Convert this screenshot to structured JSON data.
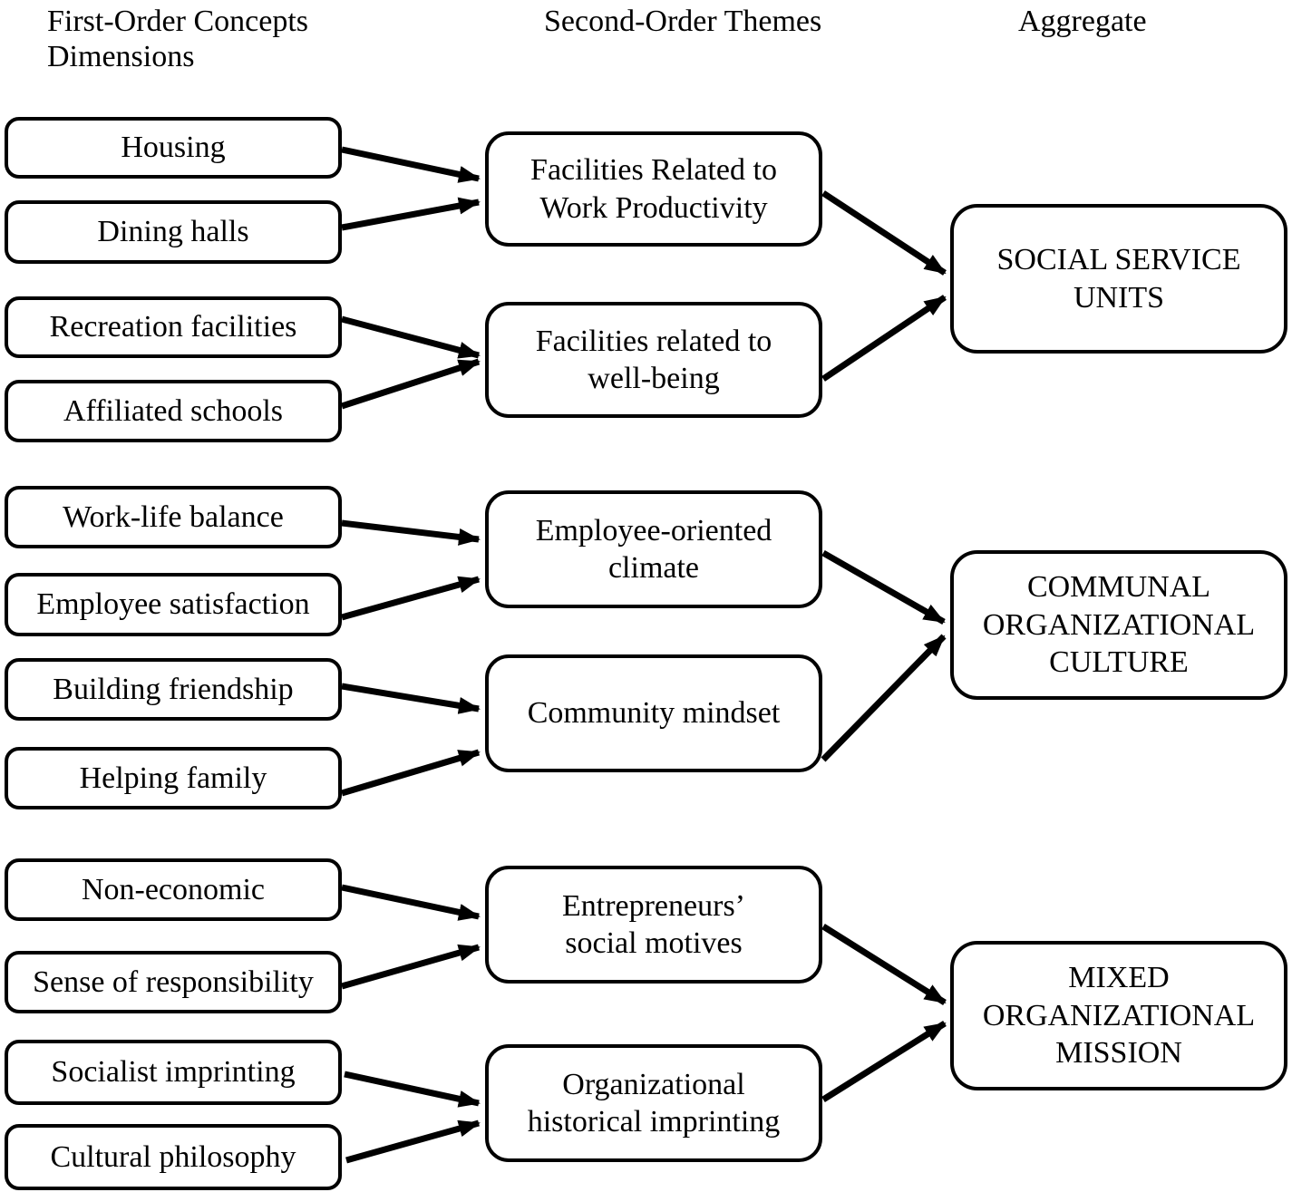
{
  "headers": {
    "first_order": {
      "lines": [
        "First-Order Concepts",
        "Dimensions"
      ]
    },
    "second_order": "Second-Order Themes",
    "aggregate": "Aggregate"
  },
  "first_order_boxes": [
    {
      "label": "Housing"
    },
    {
      "label": "Dining halls"
    },
    {
      "label": "Recreation facilities"
    },
    {
      "label": "Affiliated schools"
    },
    {
      "label": "Work-life balance"
    },
    {
      "label": "Employee satisfaction"
    },
    {
      "label": "Building friendship"
    },
    {
      "label": "Helping family"
    },
    {
      "label": "Non-economic"
    },
    {
      "label": "Sense of responsibility"
    },
    {
      "label": "Socialist imprinting"
    },
    {
      "label": "Cultural philosophy"
    }
  ],
  "second_order_boxes": [
    {
      "label": "Facilities Related to Work Productivity",
      "lines": [
        "Facilities Related to",
        "Work Productivity"
      ]
    },
    {
      "label": "Facilities related to well-being",
      "lines": [
        "Facilities related to",
        "well-being"
      ]
    },
    {
      "label": "Employee-oriented climate",
      "lines": [
        "Employee-oriented",
        "climate"
      ]
    },
    {
      "label": "Community mindset",
      "lines": [
        "Community mindset"
      ]
    },
    {
      "label": "Entrepreneurs’ social motives",
      "lines": [
        "Entrepreneurs’",
        "social motives"
      ]
    },
    {
      "label": "Organizational historical imprinting",
      "lines": [
        "Organizational",
        "historical imprinting"
      ]
    }
  ],
  "aggregate_boxes": [
    {
      "label": "SOCIAL SERVICE UNITS",
      "lines": [
        "SOCIAL SERVICE",
        "UNITS"
      ]
    },
    {
      "label": "COMMUNAL ORGANIZATIONAL CULTURE",
      "lines": [
        "COMMUNAL",
        "ORGANIZATIONAL",
        "CULTURE"
      ]
    },
    {
      "label": "MIXED ORGANIZATIONAL MISSION",
      "lines": [
        "MIXED",
        "ORGANIZATIONAL",
        "MISSION"
      ]
    }
  ],
  "colors": {
    "ink": "#000000",
    "background": "#ffffff"
  }
}
